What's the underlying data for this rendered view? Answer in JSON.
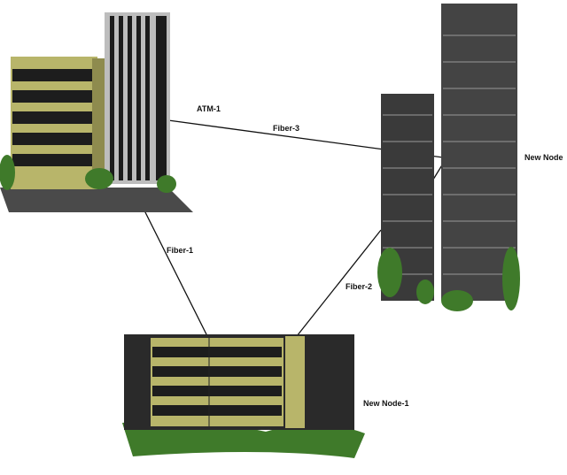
{
  "labels": {
    "site_a": "ATM-1",
    "fiber3": "Fiber-3",
    "fiber1": "Fiber-1",
    "fiber2": "Fiber-2",
    "new_node": "New Node",
    "new_node_1": "New Node-1"
  },
  "colors": {
    "olive": "#b8b56a",
    "dark": "#2b2b2b",
    "gray": "#555",
    "green": "#3f7a2a"
  }
}
